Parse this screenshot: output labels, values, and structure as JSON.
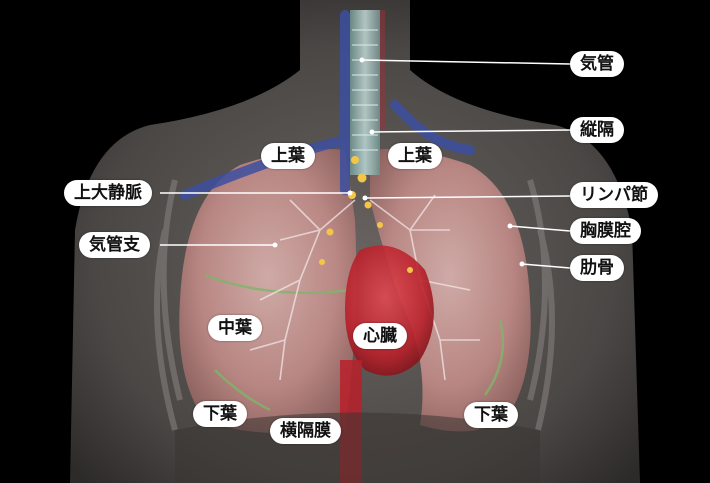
{
  "labels": {
    "trachea": "気管",
    "mediastinum": "縦隔",
    "upper_lobe_left": "上葉",
    "upper_lobe_right": "上葉",
    "superior_vena_cava": "上大静脈",
    "lymph_node": "リンパ節",
    "pleural_cavity": "胸膜腔",
    "bronchus": "気管支",
    "rib": "肋骨",
    "middle_lobe": "中葉",
    "heart": "心臓",
    "lower_lobe_left": "下葉",
    "lower_lobe_right": "下葉",
    "diaphragm": "横隔膜"
  },
  "colors": {
    "background": "#000000",
    "body": "#4a4745",
    "lung": "#c98f8b",
    "heart": "#b8202a",
    "vein": "#3d4fa0",
    "trachea": "#8fb3b0",
    "label_bg": "#ffffff",
    "leader_line": "#ffffff"
  }
}
